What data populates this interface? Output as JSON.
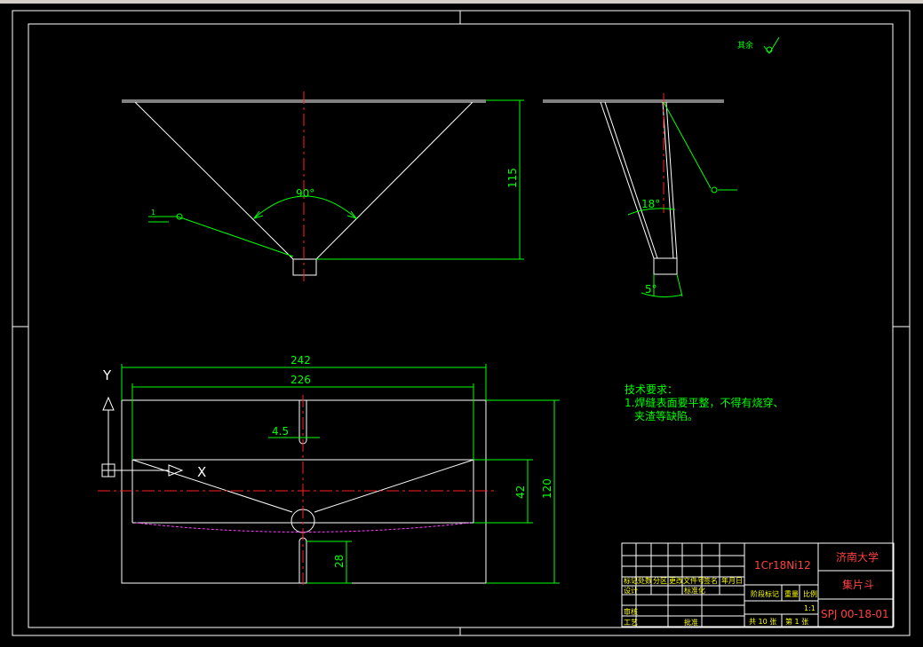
{
  "roughness_note": "其余",
  "dims": {
    "angle_90": "90°",
    "height_115": "115",
    "angle_18": "18°",
    "angle_5": "5°",
    "width_242": "242",
    "width_226": "226",
    "gap_4_5": "4.5",
    "height_42": "42",
    "height_120": "120",
    "height_28": "28"
  },
  "axes": {
    "y": "Y",
    "x": "X"
  },
  "tech": {
    "title": "技术要求：",
    "line1": "1.焊缝表面要平整，不得有烧穿、",
    "line2": "夹渣等缺陷。"
  },
  "title_block": {
    "material": "1Cr18Ni12",
    "school": "济南大学",
    "part_name": "集片斗",
    "drawing_no": "SPJ 00-18-01",
    "header_cells": [
      "标记",
      "处数",
      "分区",
      "更改文件号",
      "签名",
      "年月日"
    ],
    "row_design": "设计",
    "row_check": "审核",
    "row_process": "工艺",
    "row_standard": "标准化",
    "row_approve": "批准",
    "stage_mark": "阶段标记",
    "weight": "重量",
    "scale": "比例",
    "scale_value": "1:1",
    "sheets_total": "共 10 张",
    "sheet_no": "第 1 张"
  }
}
